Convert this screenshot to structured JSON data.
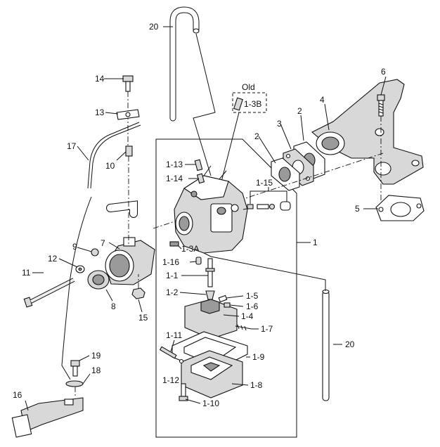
{
  "diagram": {
    "old_label": "Old",
    "callouts": {
      "p1": "1",
      "p1_1": "1-1",
      "p1_2": "1-2",
      "p1_3A": "1-3A",
      "p1_3B": "1-3B",
      "p1_4": "1-4",
      "p1_5": "1-5",
      "p1_6": "1-6",
      "p1_7": "1-7",
      "p1_8": "1-8",
      "p1_9": "1-9",
      "p1_10": "1-10",
      "p1_11": "1-11",
      "p1_12": "1-12",
      "p1_13": "1-13",
      "p1_14": "1-14",
      "p1_15": "1-15",
      "p1_16": "1-16",
      "p2a": "2",
      "p2b": "2",
      "p3": "3",
      "p4": "4",
      "p5": "5",
      "p6": "6",
      "p7": "7",
      "p8": "8",
      "p9": "9",
      "p10": "10",
      "p11": "11",
      "p12": "12",
      "p13": "13",
      "p14": "14",
      "p15": "15",
      "p16": "16",
      "p17": "17",
      "p18": "18",
      "p19": "19",
      "p20a": "20",
      "p20b": "20"
    }
  }
}
